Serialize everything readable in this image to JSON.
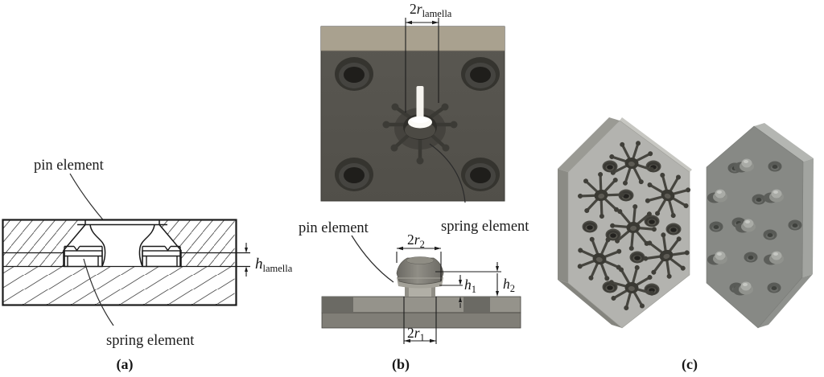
{
  "figure_type": "three-panel technical figure of pin and spring snap-fit elements",
  "colors": {
    "background": "#ffffff",
    "line_black": "#1a1a1a",
    "hatch_gray": "#4f4f4f",
    "block_beige": "#a9a18f",
    "block_dark": "#57554f",
    "plate_light_top": "#95938b",
    "plate_light_front": "#807e77",
    "hex_left_face": "#b3b3af",
    "hex_right_face": "#878985",
    "star_dark": "#46453f",
    "pin_white": "#f7f5f0"
  },
  "panel_a": {
    "label_pin": "pin element",
    "label_spring": "spring element",
    "dim_h": {
      "prefix": "",
      "symbol": "h",
      "sub": "lamella"
    },
    "caption": "(a)"
  },
  "panel_b": {
    "label_pin": "pin element",
    "label_spring": "spring element",
    "dim_r_lamella": {
      "prefix": "2",
      "symbol": "r",
      "sub": "lamella"
    },
    "dim_r2": {
      "prefix": "2",
      "symbol": "r",
      "sub": "2"
    },
    "dim_r1": {
      "prefix": "2",
      "symbol": "r",
      "sub": "1"
    },
    "dim_h1": {
      "prefix": "",
      "symbol": "h",
      "sub": "1"
    },
    "dim_h2": {
      "prefix": "",
      "symbol": "h",
      "sub": "2"
    },
    "caption": "(b)"
  },
  "panel_c": {
    "caption": "(c)"
  }
}
